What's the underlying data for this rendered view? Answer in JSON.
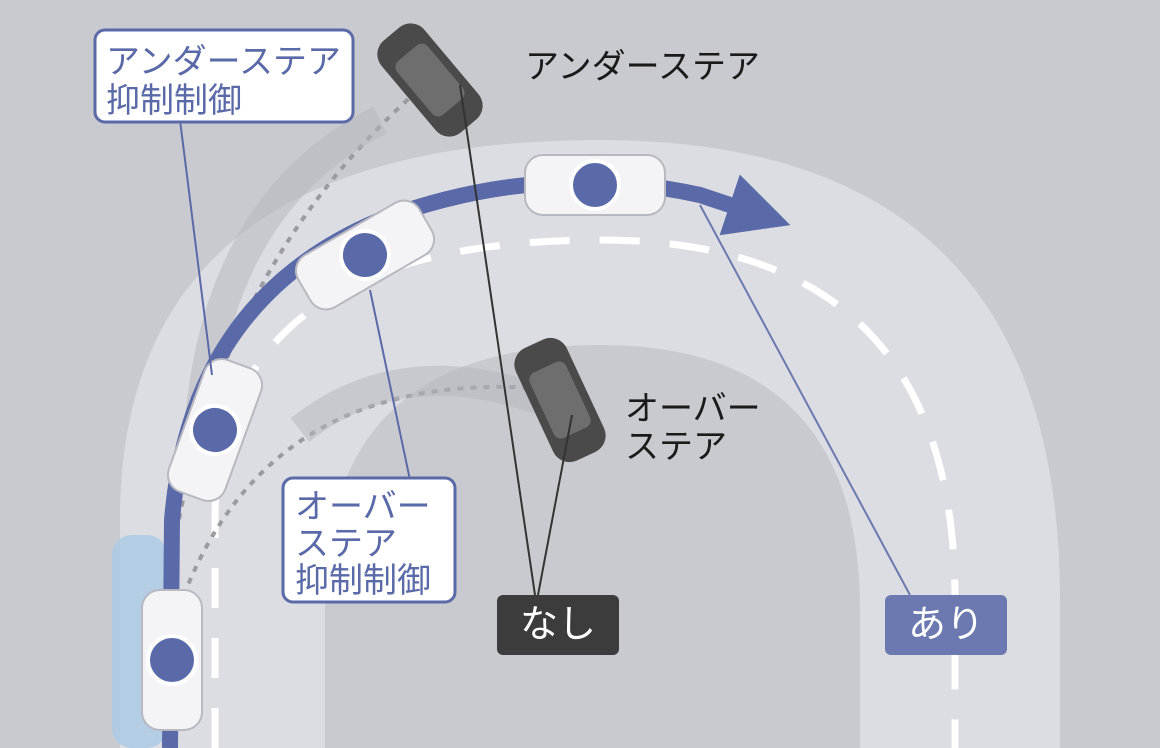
{
  "labels": {
    "understeer": "アンダーステア",
    "oversteer_line1": "オーバー",
    "oversteer_line2": "ステア",
    "understeer_control_line1": "アンダーステア",
    "understeer_control_line2": "抑制制御",
    "oversteer_control_line1": "オーバー",
    "oversteer_control_line2": "ステア",
    "oversteer_control_line3": "抑制制御",
    "without": "なし",
    "with": "あり"
  },
  "colors": {
    "background": "#c9cacf",
    "road": "#dcdde2",
    "inner_area": "#cfd0d5",
    "accent_blue": "#5a6aa8",
    "badge_dark": "#3c3c3c",
    "badge_blue": "#6b79b0",
    "car_dark": "#4a4a4a",
    "car_white": "#f4f4f6"
  }
}
